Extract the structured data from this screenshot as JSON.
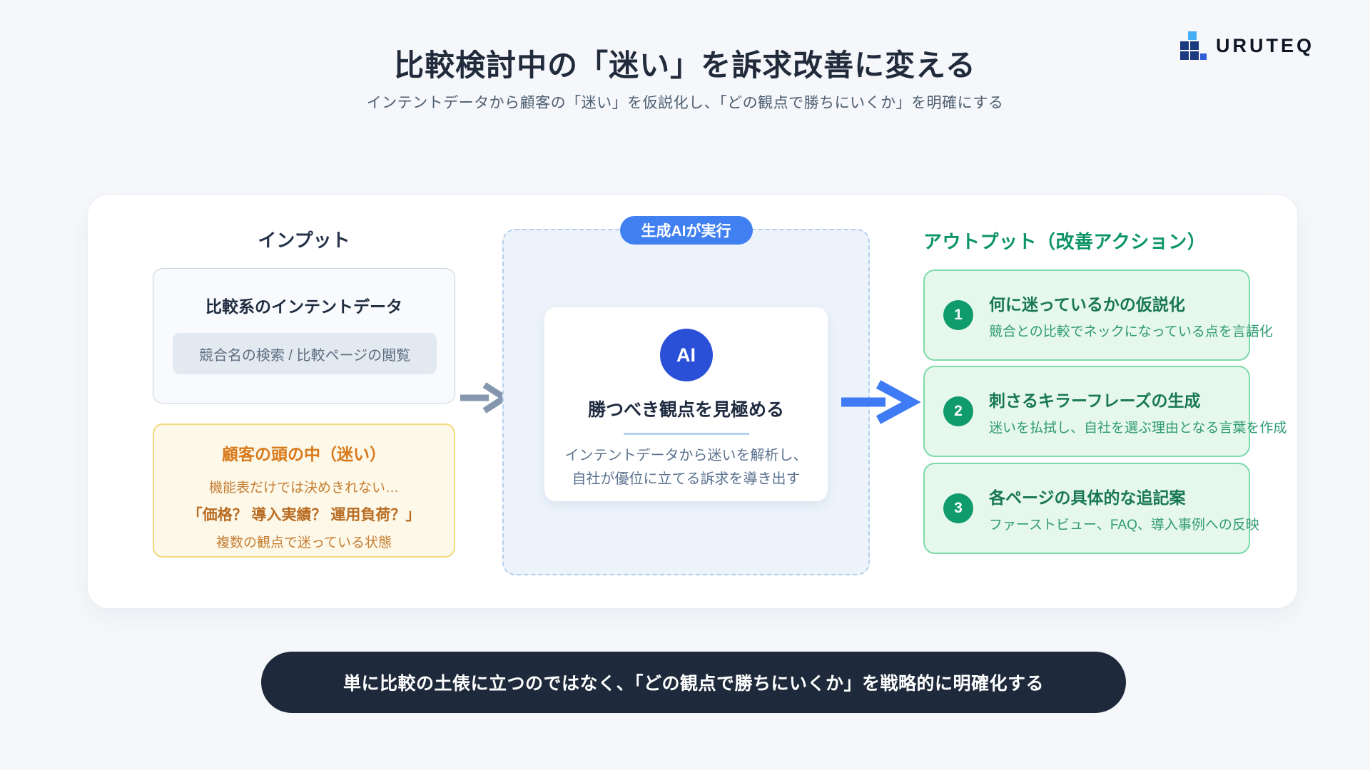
{
  "page": {
    "title": "比較検討中の「迷い」を訴求改善に変える",
    "subtitle": "インテントデータから顧客の「迷い」を仮説化し、「どの観点で勝ちにいくか」を明確にする"
  },
  "logo": {
    "text": "URUTEQ"
  },
  "input": {
    "header": "インプット",
    "data_box": {
      "title": "比較系のインテントデータ",
      "chip": "競合名の検索 / 比較ページの閲覧"
    },
    "mind_box": {
      "title": "顧客の頭の中（迷い）",
      "line1": "機能表だけでは決めきれない…",
      "line2": "「価格？ 導入実績？ 運用負荷？」",
      "line3": "複数の観点で迷っている状態"
    }
  },
  "process": {
    "badge": "生成AIが実行",
    "ai_label": "AI",
    "title": "勝つべき観点を見極める",
    "desc_line1": "インテントデータから迷いを解析し、",
    "desc_line2": "自社が優位に立てる訴求を導き出す"
  },
  "output": {
    "header": "アウトプット（改善アクション）",
    "items": [
      {
        "number": "1",
        "title": "何に迷っているかの仮説化",
        "description": "競合との比較でネックになっている点を言語化"
      },
      {
        "number": "2",
        "title": "刺さるキラーフレーズの生成",
        "description": "迷いを払拭し、自社を選ぶ理由となる言葉を作成"
      },
      {
        "number": "3",
        "title": "各ページの具体的な追記案",
        "description": "ファーストビュー、FAQ、導入事例への反映"
      }
    ]
  },
  "footer": {
    "message": "単に比較の土俵に立つのではなく、「どの観点で勝ちにいくか」を戦略的に明確化する"
  },
  "colors": {
    "background": "#F5F7FA",
    "title_text": "#212B3C",
    "badge_blue": "#4080F0",
    "ai_circle_blue": "#2A50D8",
    "arrow_blue": "#3E7BF5",
    "arrow_grey": "#8497AE",
    "green_accent": "#0F9B6C",
    "green_border": "#7FD9A8",
    "green_bg": "#E6F8EC",
    "orange_text": "#D8791B",
    "yellow_bg": "#FDF8E7",
    "yellow_border": "#F2D87F",
    "footer_navy": "#1E2A3B"
  }
}
